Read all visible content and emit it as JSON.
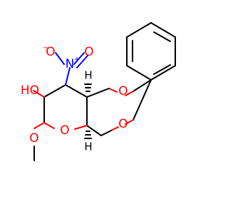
{
  "molecule": {
    "atom_labels": {
      "hydroxyl_oxygen": "HO",
      "nitro_oxygen_left": "O",
      "nitro_oxygen_left_charge": "−",
      "nitro_nitrogen": "N",
      "nitro_nitrogen_charge": "+",
      "nitro_oxygen_right": "O",
      "ring_oxygen_upper": "O",
      "ring_oxygen_lower": "O",
      "ring_oxygen_pyranose": "O",
      "methoxy_oxygen": "O",
      "ring_junction_hydrogen_upper": "H",
      "ring_junction_hydrogen_lower": "H"
    },
    "colors": {
      "carbon_bond": "#000000",
      "oxygen": "#ff0000",
      "nitrogen": "#0000ff"
    }
  }
}
